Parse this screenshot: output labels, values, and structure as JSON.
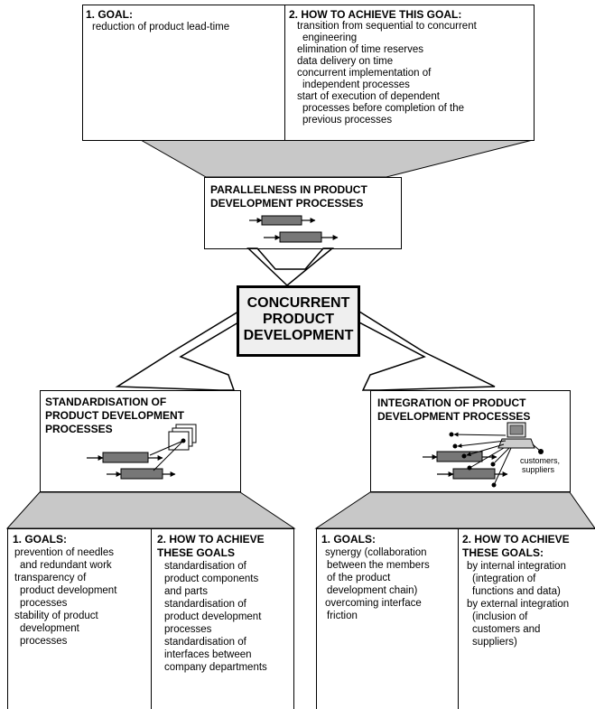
{
  "top": {
    "goal_title": "1. GOAL:",
    "goal_items": [
      "reduction of product lead-time"
    ],
    "how_title": "2. HOW TO ACHIEVE THIS GOAL:",
    "how_lines": [
      "transition from sequential to concurrent",
      "engineering",
      "elimination of time reserves",
      "data delivery on time",
      "concurrent implementation of",
      "independent processes",
      "start of execution of dependent",
      "processes before completion of the",
      "previous processes"
    ]
  },
  "parallelness": {
    "title_lines": [
      "PARALLELNESS IN PRODUCT",
      "DEVELOPMENT PROCESSES"
    ]
  },
  "center": {
    "title_lines": [
      "CONCURRENT",
      "PRODUCT",
      "DEVELOPMENT"
    ]
  },
  "standardisation": {
    "title_lines": [
      "STANDARDISATION OF",
      "PRODUCT DEVELOPMENT",
      "PROCESSES"
    ]
  },
  "integration": {
    "title_lines": [
      "INTEGRATION OF PRODUCT",
      "DEVELOPMENT PROCESSES"
    ],
    "partner_label_lines": [
      "customers,",
      "suppliers"
    ]
  },
  "bottom_left": {
    "goals_title": "1. GOALS:",
    "goals_lines": [
      "prevention of needles",
      "and redundant work",
      "transparency of",
      "product development",
      "processes",
      "stability of product",
      "development",
      "processes"
    ],
    "how_title_lines": [
      "2. HOW TO ACHIEVE",
      "THESE GOALS"
    ],
    "how_lines": [
      "standardisation of",
      "product components",
      "and parts",
      "standardisation of",
      "product development",
      "processes",
      "standardisation of",
      "interfaces between",
      "company departments"
    ]
  },
  "bottom_right": {
    "goals_title": "1. GOALS:",
    "goals_lines": [
      "synergy (collaboration",
      "between the members",
      "of the product",
      "development chain)",
      "overcoming interface",
      "friction"
    ],
    "how_title_lines": [
      "2. HOW TO ACHIEVE",
      "THESE GOALS:"
    ],
    "how_lines": [
      "by internal integration",
      "(integration of",
      "functions and data)",
      "by external integration",
      "(inclusion of",
      "customers and",
      "suppliers)"
    ]
  },
  "colors": {
    "funnel": "#c8c8c8",
    "center_fill": "#efefef",
    "process_bar": "#777777",
    "line": "#000000"
  }
}
